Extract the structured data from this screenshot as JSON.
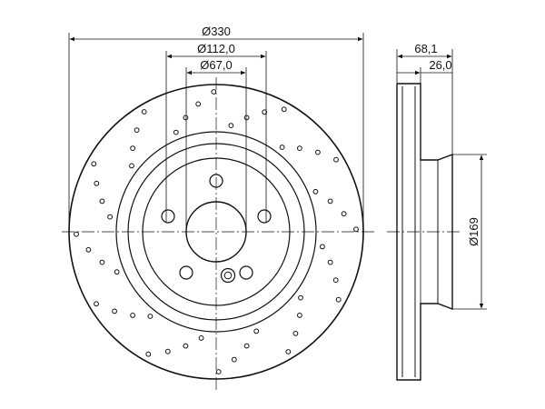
{
  "dimensions": {
    "outer_diameter": "Ø330",
    "bolt_circle_diameter": "Ø112,0",
    "center_bore_diameter": "Ø67,0",
    "total_height": "68,1",
    "disc_thickness": "26,0",
    "hub_diameter": "Ø169"
  },
  "colors": {
    "line": "#111111",
    "background": "#ffffff"
  }
}
